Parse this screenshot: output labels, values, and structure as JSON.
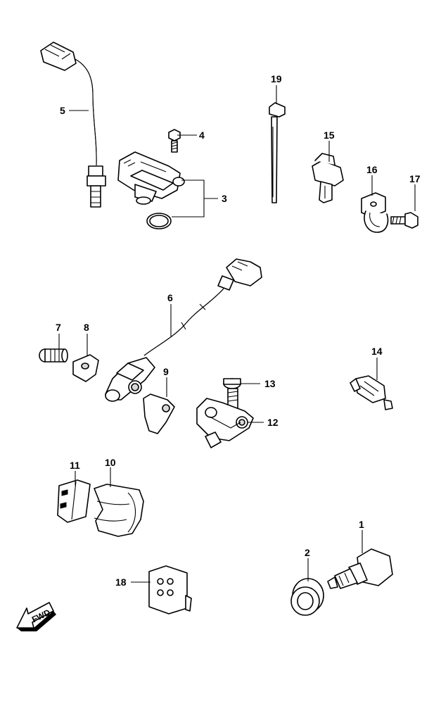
{
  "callouts": {
    "c1": "1",
    "c2": "2",
    "c3": "3",
    "c4": "4",
    "c5": "5",
    "c6": "6",
    "c7": "7",
    "c8": "8",
    "c9": "9",
    "c10": "10",
    "c11": "11",
    "c12": "12",
    "c13": "13",
    "c14": "14",
    "c15": "15",
    "c16": "16",
    "c17": "17",
    "c18": "18",
    "c19": "19"
  },
  "direction_arrow": {
    "label": "FWD",
    "icon": "fwd-arrow-icon"
  }
}
